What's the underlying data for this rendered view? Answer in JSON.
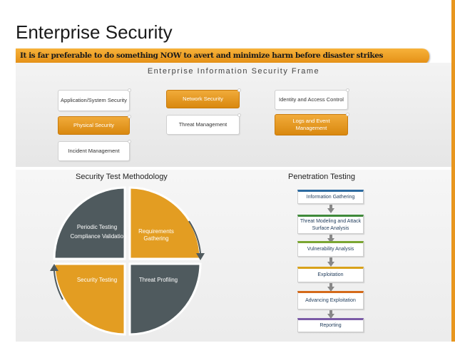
{
  "title": "Enterprise Security",
  "banner": "It is far preferable to do something NOW to avert and minimize harm before disaster strikes",
  "frame": {
    "title": "Enterprise Information Security Frame",
    "boxes": [
      "Application/System Security",
      "Network Security",
      "Identity and Access Control",
      "Physical Security",
      "Threat Management",
      "Logs and Event Management",
      "Incident Management"
    ]
  },
  "methodology": {
    "title": "Security Test Methodology",
    "periodic_testing": "Periodic Testing",
    "compliance_validation": "Compliance Validation",
    "requirements_gathering": "Requirements Gathering",
    "security_testing": "Security Testing",
    "threat_profiling": "Threat Profiling"
  },
  "penetration": {
    "title": "Penetration Testing",
    "steps": [
      "Information Gathering",
      "Threat Modeling and Attack Surface Analysis",
      "Vulnerability Analysis",
      "Exploitation",
      "Advancing Exploitation",
      "Reporting"
    ]
  },
  "colors": {
    "accent": "#e8961e",
    "orange_box": "#f1ab3a",
    "grey_quadrant": "#4f5a5e",
    "pen_text": "#1e3a5a"
  }
}
